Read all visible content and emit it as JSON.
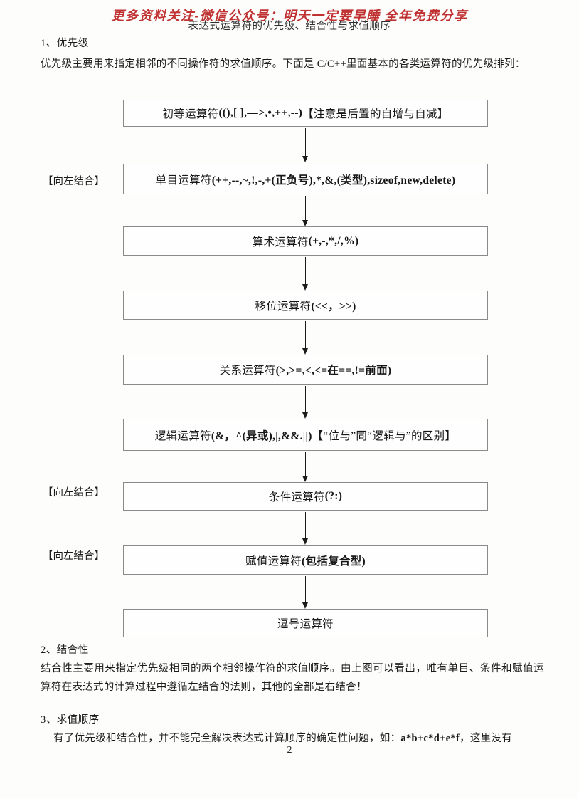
{
  "page": {
    "watermark": "更多资料关注-微信公众号：明天一定要早睡 全年免费分享",
    "title": "表达式运算符的优先级、结合性与求值顺序",
    "page_number": "2",
    "colors": {
      "watermark_red": "#c03232",
      "text": "#1c1c1c",
      "box_border": "#8a8a8a"
    }
  },
  "sections": {
    "s1": {
      "heading": "1、优先级",
      "body": "优先级主要用来指定相邻的不同操作符的求值顺序。下面是 C/C++里面基本的各类运算符的优先级排列："
    },
    "s2": {
      "heading": "2、结合性",
      "body": "结合性主要用来指定优先级相同的两个相邻操作符的求值顺序。由上图可以看出，唯有单目、条件和赋值运算符在表达式的计算过程中遵循左结合的法则，其他的全部是右结合！"
    },
    "s3": {
      "heading": "3、求值顺序",
      "body_prefix": "有了优先级和结合性，并不能完全解决表达式计算顺序的确定性问题，如：",
      "body_code": "a*b+c*d+e*f",
      "body_suffix": "，这里没有"
    }
  },
  "flowchart": {
    "assoc_label": "【向左结合】",
    "boxes": [
      {
        "name": "初等运算符",
        "detail": "((),[ ],—>,•,++,--)",
        "note": "【注意是后置的自增与自减】"
      },
      {
        "name": "单目运算符",
        "detail": "(++,--,~,!,-,+(正负号),*,&,(类型),sizeof,new,delete)",
        "note": ""
      },
      {
        "name": "算术运算符",
        "detail": "(+,-,*,/,%)",
        "note": ""
      },
      {
        "name": "移位运算符",
        "detail": "(<<，>>)",
        "note": ""
      },
      {
        "name": "关系运算符",
        "detail": "(>,>=,<,<=在==,!=前面)",
        "note": ""
      },
      {
        "name": "逻辑运算符",
        "detail": "(&，^(异或),|,&&.||)",
        "note": "【“位与”同“逻辑与”的区别】"
      },
      {
        "name": "条件运算符",
        "detail": "(?:)",
        "note": ""
      },
      {
        "name": "赋值运算符",
        "detail": "(包括复合型)",
        "note": ""
      },
      {
        "name": "逗号运算符",
        "detail": "",
        "note": ""
      }
    ]
  }
}
